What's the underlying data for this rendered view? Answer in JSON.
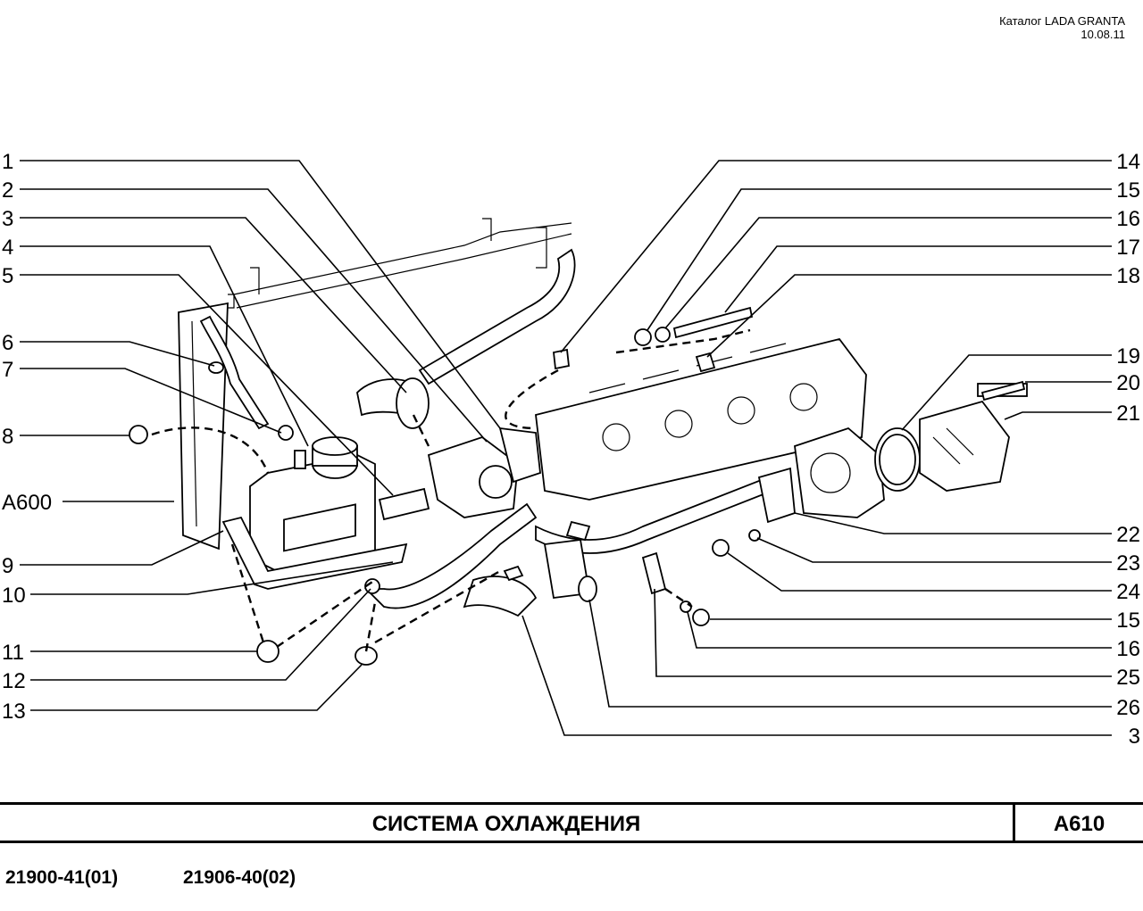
{
  "header": {
    "catalog": "Каталог LADA  GRANTA",
    "date": "10.08.11"
  },
  "left_labels": [
    "1",
    "2",
    "3",
    "4",
    "5",
    "6",
    "7",
    "8",
    "A600",
    "9",
    "10",
    "11",
    "12",
    "13"
  ],
  "right_labels": [
    "14",
    "15",
    "16",
    "17",
    "18",
    "19",
    "20",
    "21",
    "22",
    "23",
    "24",
    "15",
    "16",
    "25",
    "26",
    "3"
  ],
  "title": {
    "text": "СИСТЕМА  ОХЛАЖДЕНИЯ",
    "code": "А610"
  },
  "models": [
    "21900-41(01)",
    "21906-40(02)"
  ]
}
